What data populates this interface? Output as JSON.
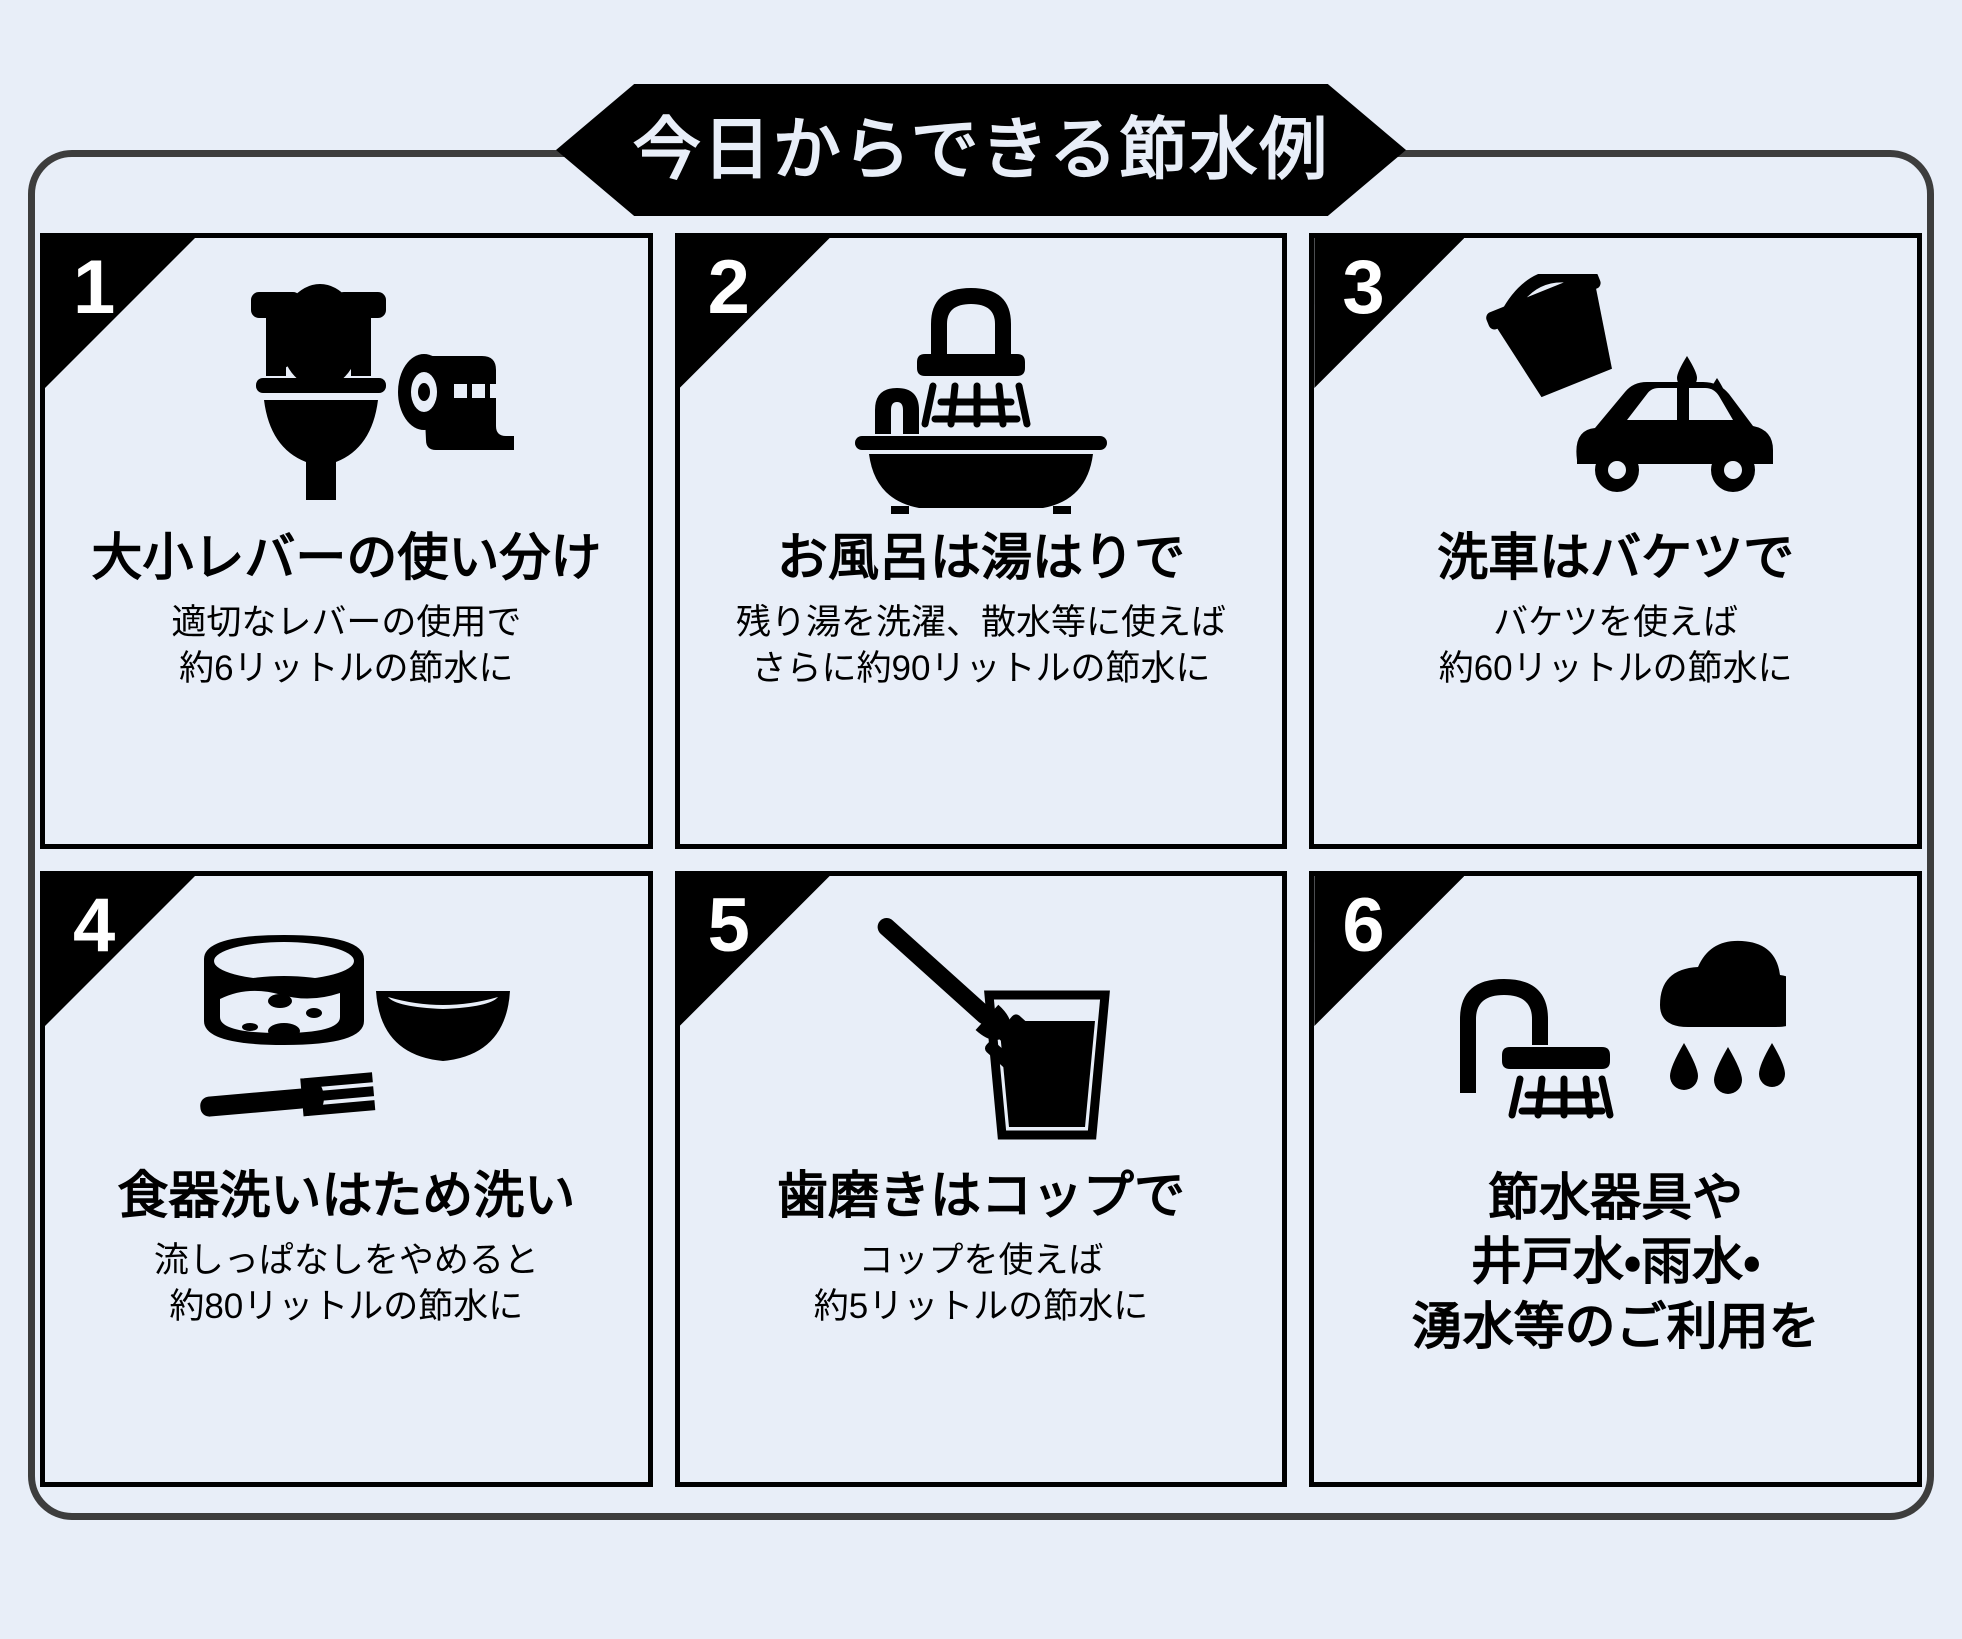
{
  "header": {
    "title": "今日からできる節水例"
  },
  "colors": {
    "background": "#e8eef8",
    "ink": "#000000",
    "frame": "#3d3d3d",
    "banner_text": "#e8eef8"
  },
  "cards": [
    {
      "number": "1",
      "icon": "toilet-and-paper-roll-icon",
      "title": "大小レバーの使い分け",
      "sub_lines": [
        "適切なレバーの使用で",
        "約6リットルの節水に"
      ]
    },
    {
      "number": "2",
      "icon": "shower-and-bathtub-icon",
      "title": "お風呂は湯はりで",
      "sub_lines": [
        "残り湯を洗濯、散水等に使えば",
        "さらに約90リットルの節水に"
      ]
    },
    {
      "number": "3",
      "icon": "bucket-and-car-icon",
      "title": "洗車はバケツで",
      "sub_lines": [
        "バケツを使えば",
        "約60リットルの節水に"
      ]
    },
    {
      "number": "4",
      "icon": "dishes-bowl-fork-icon",
      "title": "食器洗いはため洗い",
      "sub_lines": [
        "流しっぱなしをやめると",
        "約80リットルの節水に"
      ]
    },
    {
      "number": "5",
      "icon": "toothbrush-and-cup-icon",
      "title": "歯磨きはコップで",
      "sub_lines": [
        "コップを使えば",
        "約5リットルの節水に"
      ]
    },
    {
      "number": "6",
      "icon": "shower-and-rain-cloud-icon",
      "title_lines": [
        "節水器具や",
        "井戸水・雨水・",
        "湧水等のご利用を"
      ],
      "sub_lines": []
    }
  ]
}
